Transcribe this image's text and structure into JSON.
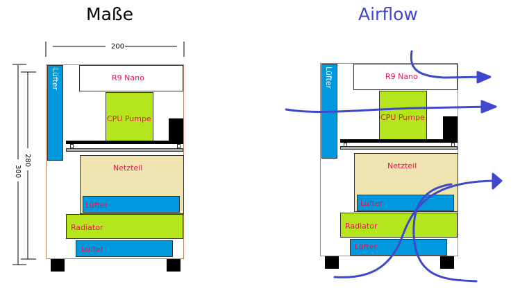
{
  "titles": {
    "left": "Maße",
    "right": "Airflow"
  },
  "dimensions": {
    "width": "200",
    "inner_height": "280",
    "outer_height": "300"
  },
  "components": {
    "r9_nano": "R9 Nano",
    "cpu_pump": "CPU Pumpe",
    "psu": "Netzteil",
    "fan_side": "Lüfter",
    "fan_mid": "Lüfter",
    "radiator": "Radiator",
    "fan_bottom": "Lüfter"
  },
  "colors": {
    "fan": "#0099dd",
    "cpu": "#b5e61d",
    "psu": "#efe4b0",
    "airflow": "#3f48cc",
    "label": "#e0174f",
    "title_right": "#3f48cc"
  }
}
